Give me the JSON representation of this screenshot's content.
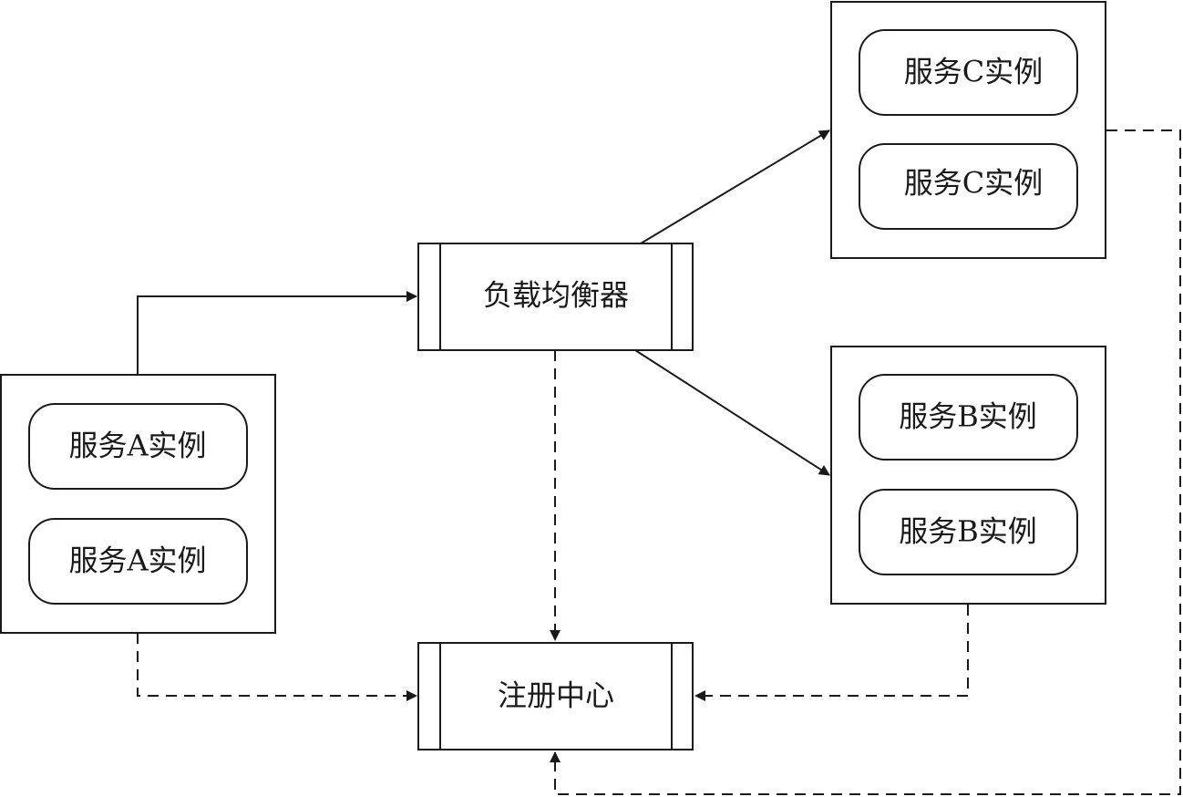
{
  "nodes": {
    "load_balancer": {
      "label": "负载均衡器"
    },
    "registry": {
      "label": "注册中心"
    },
    "service_a": {
      "instances": [
        "服务A实例",
        "服务A实例"
      ]
    },
    "service_b": {
      "instances": [
        "服务B实例",
        "服务B实例"
      ]
    },
    "service_c": {
      "instances": [
        "服务C实例",
        "服务C实例"
      ]
    }
  },
  "edges": [
    {
      "from": "service_a",
      "to": "load_balancer",
      "style": "solid"
    },
    {
      "from": "load_balancer",
      "to": "service_c",
      "style": "solid"
    },
    {
      "from": "load_balancer",
      "to": "service_b",
      "style": "solid"
    },
    {
      "from": "load_balancer",
      "to": "registry",
      "style": "dashed"
    },
    {
      "from": "service_a",
      "to": "registry",
      "style": "dashed"
    },
    {
      "from": "service_b",
      "to": "registry",
      "style": "dashed"
    },
    {
      "from": "service_c",
      "to": "registry",
      "style": "dashed"
    }
  ],
  "colors": {
    "stroke": "#1a1a1a",
    "background": "#ffffff"
  }
}
